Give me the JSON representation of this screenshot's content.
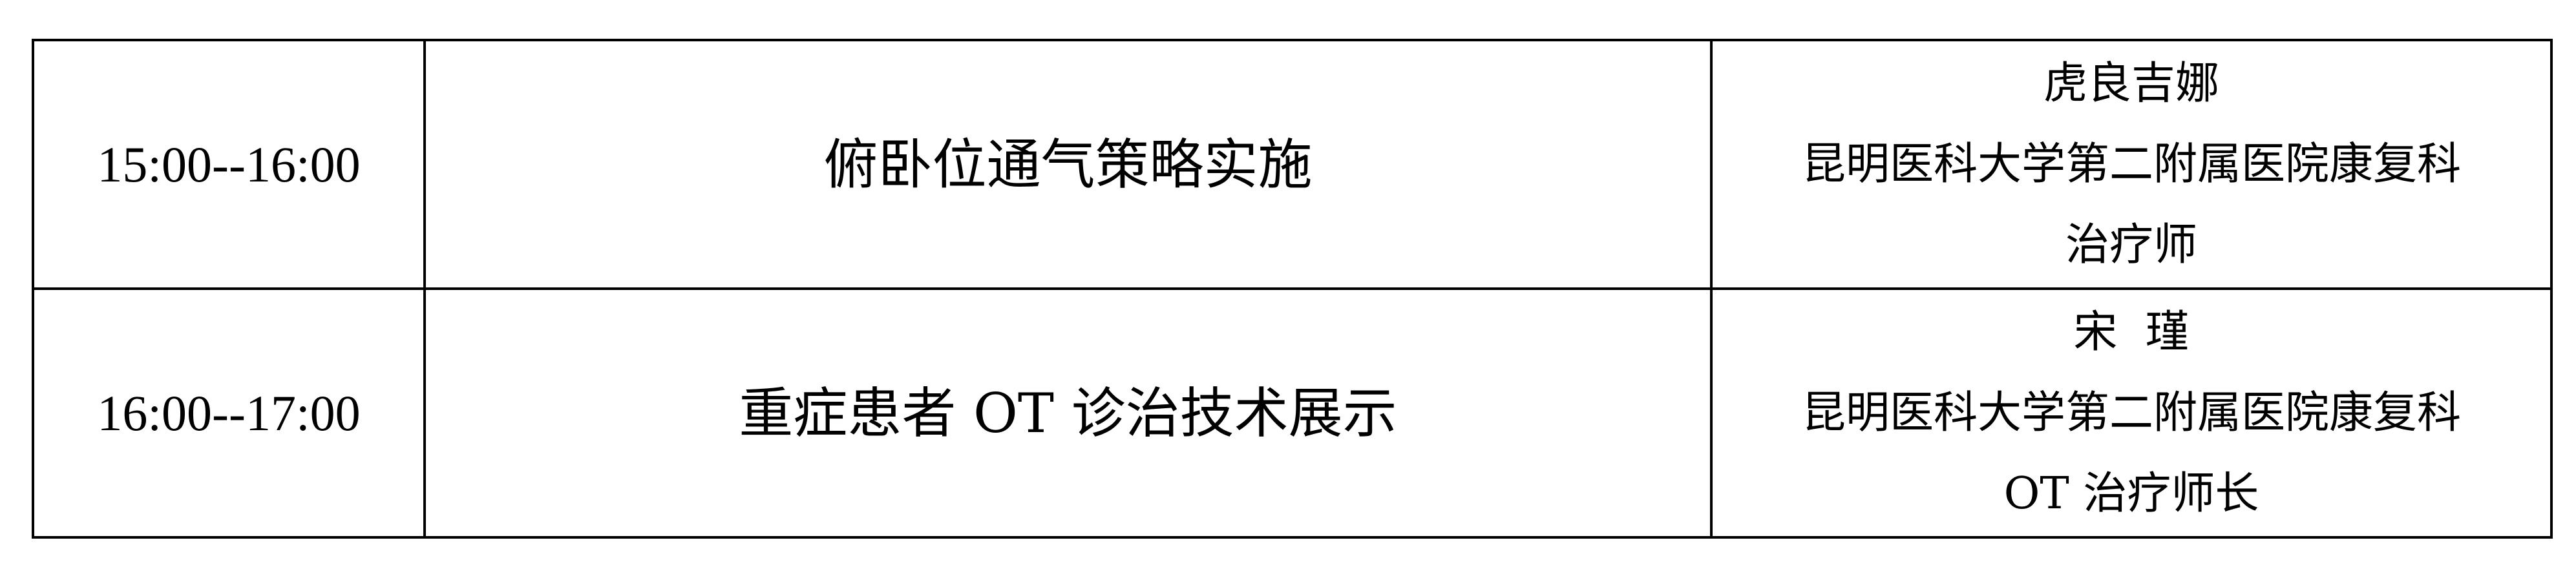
{
  "rows": [
    {
      "time": "15:00--16:00",
      "topic": "俯卧位通气策略实施",
      "speaker_name": "虎良吉娜",
      "speaker_affiliation": "昆明医科大学第二附属医院康复科",
      "speaker_title": "治疗师"
    },
    {
      "time": "16:00--17:00",
      "topic": "重症患者 OT 诊治技术展示",
      "speaker_name": "宋  瑾",
      "speaker_affiliation": "昆明医科大学第二附属医院康复科",
      "speaker_title": "OT 治疗师长"
    }
  ]
}
